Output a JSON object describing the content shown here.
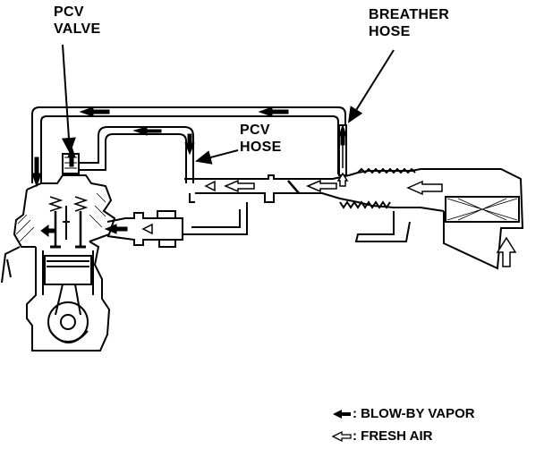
{
  "labels": {
    "pcv_valve_line1": "PCV",
    "pcv_valve_line2": "VALVE",
    "breather_line1": "BREATHER",
    "breather_line2": "HOSE",
    "pcv_hose_line1": "PCV",
    "pcv_hose_line2": "HOSE"
  },
  "legend": {
    "blowby": ": BLOW-BY VAPOR",
    "fresh": ": FRESH AIR"
  },
  "colors": {
    "line": "#000000",
    "background": "#ffffff"
  }
}
